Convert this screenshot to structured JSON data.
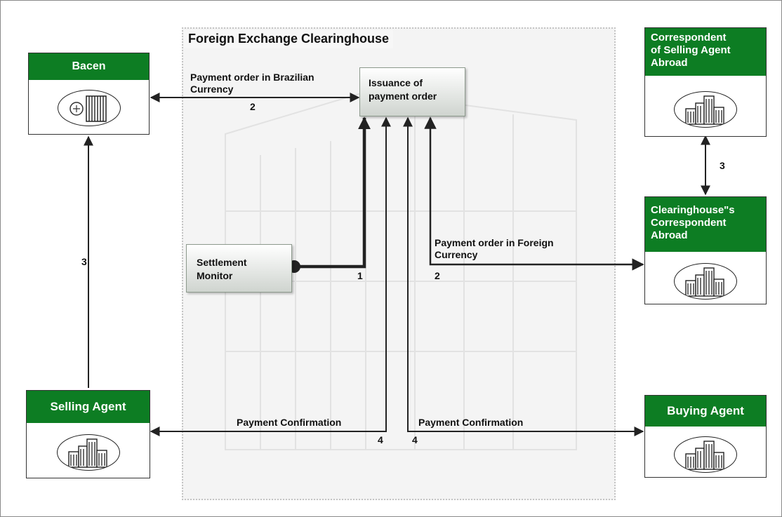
{
  "clearinghouse": {
    "title": "Foreign Exchange Clearinghouse"
  },
  "nodes": {
    "bacen": {
      "label": "Bacen"
    },
    "correspondent_selling": {
      "label": "Correspondent\nof Selling Agent\nAbroad"
    },
    "clearinghouse_correspondent": {
      "label": "Clearinghouse\"s\nCorrespondent\nAbroad"
    },
    "selling_agent": {
      "label": "Selling Agent"
    },
    "buying_agent": {
      "label": "Buying Agent"
    }
  },
  "processes": {
    "issuance": {
      "label": "Issuance of\npayment order"
    },
    "settlement_monitor": {
      "label": "Settlement\nMonitor"
    }
  },
  "flows": {
    "payment_order_brl": {
      "label": "Payment order in Brazilian\nCurrency",
      "step": "2"
    },
    "payment_order_foreign": {
      "label": "Payment order in Foreign\nCurrency",
      "step": "2"
    },
    "settlement": {
      "step": "1"
    },
    "bacen_selling": {
      "step": "3"
    },
    "correspondent_link": {
      "step": "3"
    },
    "confirmation_selling": {
      "label": "Payment Confirmation",
      "step": "4"
    },
    "confirmation_buying": {
      "label": "Payment Confirmation",
      "step": "4"
    }
  },
  "colors": {
    "node_header": "#0d7d23",
    "clearinghouse_background": "#f4f4f4",
    "arrow": "#222222"
  },
  "icons": {
    "bacen": "bank-building-icon",
    "agents": "city-buildings-icon"
  }
}
